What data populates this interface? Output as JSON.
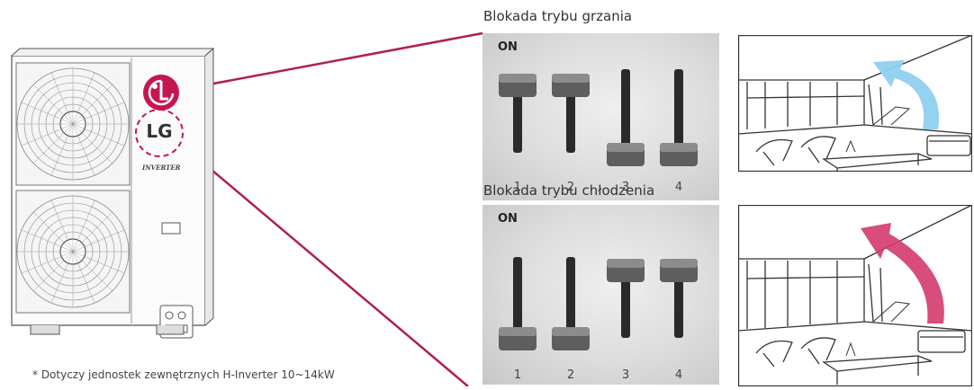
{
  "unit": {
    "brand_top": "LG",
    "brand_bottom": "LG",
    "model_badge": "INVERTER"
  },
  "heating": {
    "title": "Blokada trybu grzania",
    "on_label": "ON",
    "switches": [
      {
        "number": "1",
        "position": "up"
      },
      {
        "number": "2",
        "position": "up"
      },
      {
        "number": "3",
        "position": "down"
      },
      {
        "number": "4",
        "position": "down"
      }
    ],
    "airflow_color": "#8fd0ef"
  },
  "cooling": {
    "title": "Blokada trybu chłodzenia",
    "on_label": "ON",
    "switches": [
      {
        "number": "1",
        "position": "down"
      },
      {
        "number": "2",
        "position": "down"
      },
      {
        "number": "3",
        "position": "up"
      },
      {
        "number": "4",
        "position": "up"
      }
    ],
    "airflow_color": "#d43a6a"
  },
  "footnote": "* Dotyczy jednostek zewnętrznych H-Inverter 10~14kW",
  "colors": {
    "leader_line": "#b01e54",
    "lg_logo": "#c6164f"
  }
}
